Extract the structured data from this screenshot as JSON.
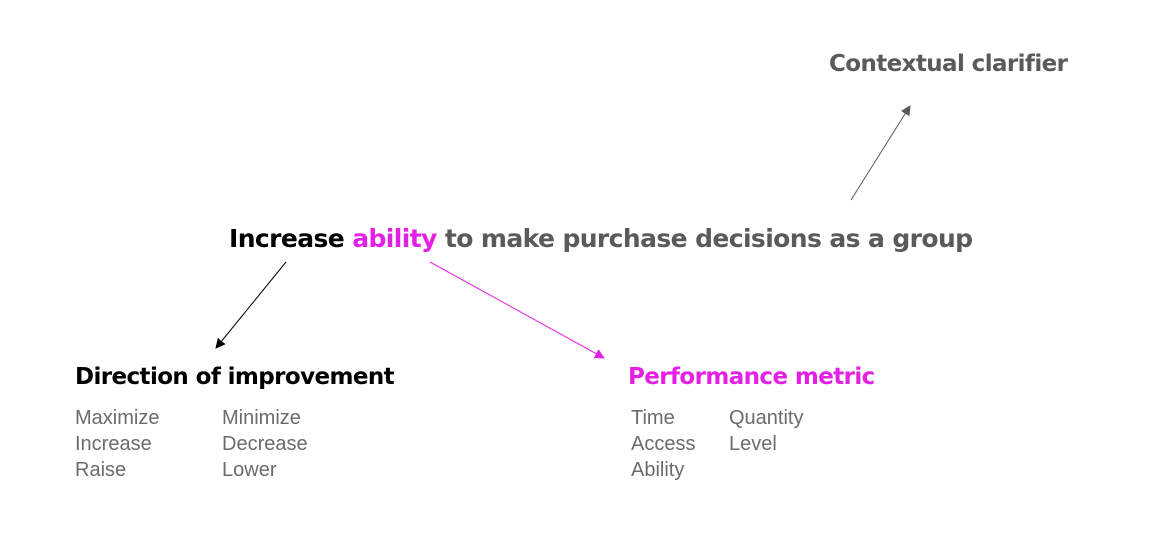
{
  "contextual_clarifier": "Contextual clarifier",
  "statement": {
    "direction_word": "Increase",
    "metric_word": "ability",
    "rest": "to make purchase decisions as a group"
  },
  "direction_group": {
    "title": "Direction of improvement",
    "column_1": [
      "Maximize",
      "Increase",
      "Raise"
    ],
    "column_2": [
      "Minimize",
      "Decrease",
      "Lower"
    ]
  },
  "metric_group": {
    "title": "Performance metric",
    "column_1": [
      "Time",
      "Access",
      "Ability"
    ],
    "column_2": [
      "Quantity",
      "Level"
    ]
  },
  "colors": {
    "direction": "#000000",
    "metric": "#e520e5",
    "clarifier": "#5a5a5a",
    "options": "#6b6b6b"
  }
}
